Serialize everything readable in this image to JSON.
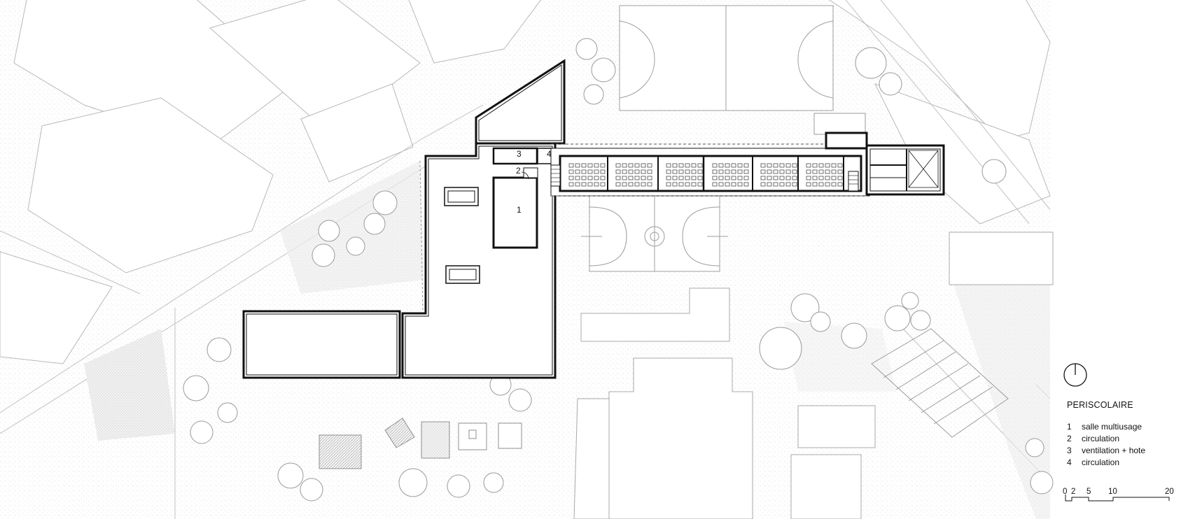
{
  "legend": {
    "title": "PERISCOLAIRE",
    "items": [
      {
        "num": "1",
        "label": "salle multiusage"
      },
      {
        "num": "2",
        "label": "circulation"
      },
      {
        "num": "3",
        "label": "ventilation + hote"
      },
      {
        "num": "4",
        "label": "circulation"
      }
    ]
  },
  "room_labels": {
    "r1": "1",
    "r2": "2",
    "r3": "3",
    "r4": "4"
  },
  "scale_bar": {
    "t0": "0",
    "t2": "2",
    "t5": "5",
    "t10": "10",
    "t20": "20"
  },
  "north_arrow": {
    "icon": "north-arrow-icon"
  },
  "colors": {
    "line": "#111111",
    "context": "#b8b8b8",
    "stipple": "#c9c9c9"
  }
}
